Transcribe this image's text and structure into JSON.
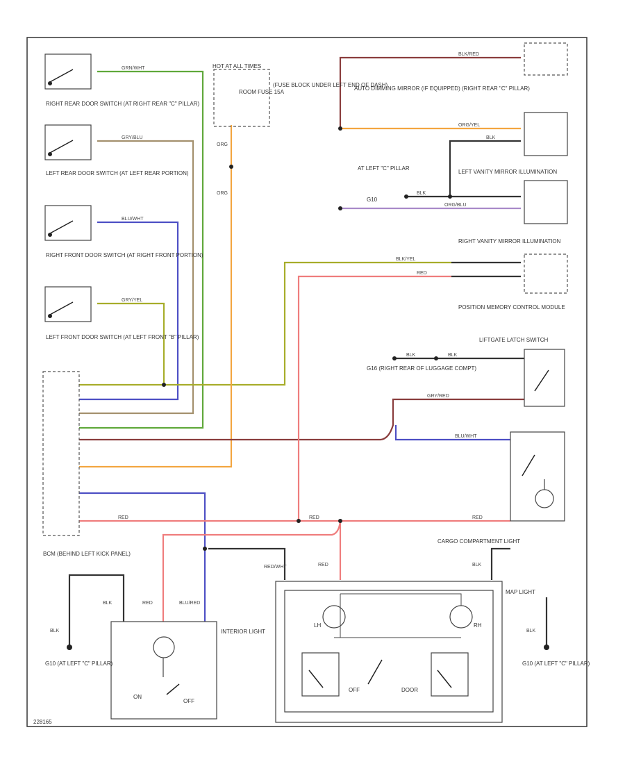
{
  "labels": {
    "hot_at_all_times": "HOT AT ALL TIMES",
    "fuse": "ROOM FUSE 15A",
    "fuse_block": "(FUSE BLOCK UNDER LEFT END OF DASH)",
    "right_rear_door_switch": "RIGHT REAR DOOR SWITCH (AT RIGHT REAR \"C\" PILLAR)",
    "left_rear_door_switch": "LEFT REAR DOOR SWITCH (AT LEFT REAR PORTION)",
    "right_front_door_switch": "RIGHT FRONT DOOR SWITCH (AT RIGHT FRONT PORTION)",
    "left_front_door_switch": "LEFT FRONT DOOR SWITCH (AT LEFT FRONT \"B\" PILLAR)",
    "auto_dimming_mirror": "AUTO DIMMING MIRROR (IF EQUIPPED) (RIGHT REAR \"C\" PILLAR)",
    "left_vanity_mirror": "LEFT VANITY MIRROR ILLUMINATION",
    "right_vanity_mirror": "RIGHT VANITY MIRROR ILLUMINATION",
    "position_memory": "POSITION MEMORY CONTROL MODULE",
    "at_left_c_pillar": "AT LEFT \"C\" PILLAR",
    "g10": "G10",
    "g16": "G16 (RIGHT REAR OF LUGGAGE COMPT)",
    "liftgate_switch": "LIFTGATE LATCH SWITCH",
    "cargo_light": "CARGO COMPARTMENT LIGHT",
    "bcm": "BCM (BEHIND LEFT KICK PANEL)",
    "interior_light": "INTERIOR LIGHT",
    "map_light": "MAP LIGHT",
    "g_left_bottom": "G10 (AT LEFT \"C\" PILLAR)",
    "g_right_bottom": "G10 (AT LEFT \"C\" PILLAR)",
    "on": "ON",
    "off": "OFF",
    "door": "DOOR",
    "lh": "LH",
    "rh": "RH",
    "corner_code": "228165"
  },
  "wires": {
    "grn_wht": "GRN/WHT",
    "gry_blu": "GRY/BLU",
    "blu_wht": "BLU/WHT",
    "gry_yel": "GRY/YEL",
    "blk_red": "BLK/RED",
    "org_yel": "ORG/YEL",
    "org": "ORG",
    "blk": "BLK",
    "red": "RED",
    "org_blu": "ORG/BLU",
    "blk_yel": "BLK/YEL",
    "red_wht": "RED/WHT",
    "blu_red": "BLU/RED",
    "gry_red": "GRY/RED"
  },
  "colors": {
    "green": "#5fa83a",
    "tan": "#a4916e",
    "blue": "#4d4fc4",
    "olive": "#a7ad2a",
    "maroon": "#8a3d3d",
    "orange": "#f3a640",
    "purple": "#a98ac9",
    "red": "#ef7d7d"
  }
}
